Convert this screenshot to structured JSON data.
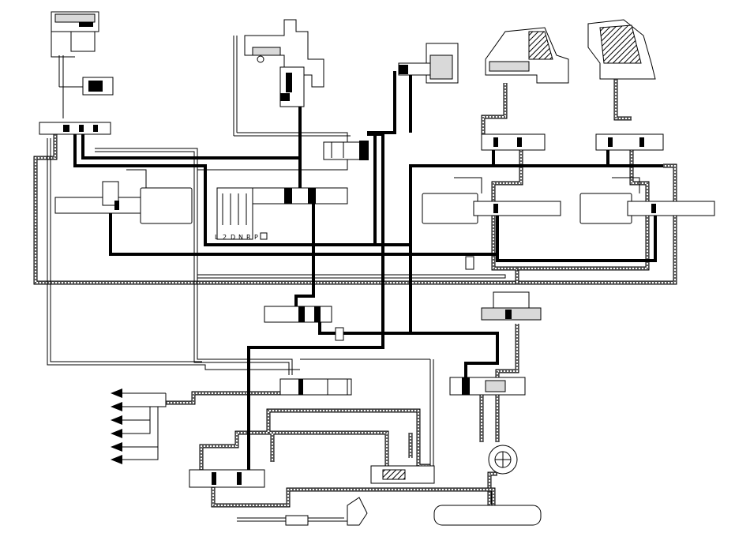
{
  "diagram": {
    "type": "hydraulic-schematic",
    "selector_positions": [
      "L",
      "2",
      "D",
      "N",
      "R",
      "P"
    ],
    "outputs": [
      "output-1",
      "output-2",
      "output-3",
      "output-4",
      "output-5",
      "output-6"
    ]
  },
  "colors": {
    "line": "#000000",
    "background": "#ffffff",
    "fill_grey": "#d9d9d9"
  }
}
